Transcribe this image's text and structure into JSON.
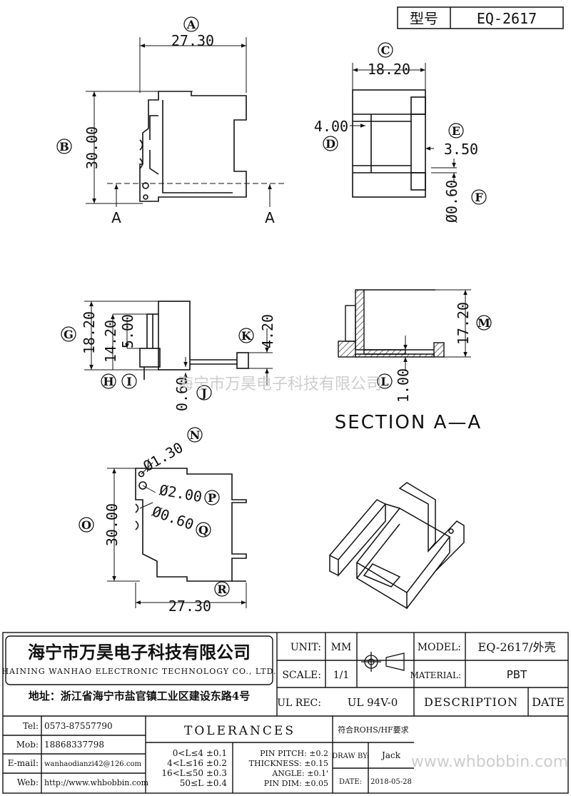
{
  "title_box": {
    "label": "型号",
    "value": "EQ-2617"
  },
  "views": {
    "top_left": {
      "width_dim": "27.30",
      "height_dim": "30.00",
      "label_A": "A",
      "label_B": "B",
      "section_marker_left": "A",
      "section_marker_right": "A"
    },
    "top_right": {
      "width_dim": "18.20",
      "dim_4": "4.00",
      "dim_350": "3.50",
      "dim_060": "Ø0.60",
      "label_C": "C",
      "label_D": "D",
      "label_E": "E",
      "label_F": "F"
    },
    "mid_left": {
      "dim_1820": "18.20",
      "dim_1420": "14.20",
      "dim_500": "5.00",
      "dim_420": "4.20",
      "dim_060": "0.60",
      "label_G": "G",
      "label_H": "H",
      "label_I": "I",
      "label_J": "J",
      "label_K": "K"
    },
    "mid_right": {
      "dim_1720": "17.20",
      "dim_100": "1.00",
      "label_L": "L",
      "label_M": "M",
      "section_title": "SECTION A—A"
    },
    "bottom_left": {
      "dim_130": "Ø1.30",
      "dim_200": "Ø2.00",
      "dim_060": "Ø0.60",
      "dim_3000": "30.00",
      "dim_2730": "27.30",
      "label_N": "N",
      "label_O": "O",
      "label_P": "P",
      "label_Q": "Q",
      "label_R": "R"
    }
  },
  "watermark": "海宁市万昊电子科技有限公司",
  "watermark_url": "www.whbobbin.com",
  "company": {
    "name_cn": "海宁市万昊电子科技有限公司",
    "name_en": "HAINING WANHAO ELECTRONIC TECHNOLOGY CO., LTD.",
    "address": "地址：浙江省海宁市盐官镇工业区建设东路4号"
  },
  "spec": {
    "unit_label": "UNIT:",
    "unit_value": "MM",
    "scale_label": "SCALE:",
    "scale_value": "1/1",
    "ulrec_label": "UL REC:",
    "ulrec_value": "UL 94V-0",
    "model_label": "MODEL:",
    "model_value": "EQ-2617/外壳",
    "material_label": "MATERIAL:",
    "material_value": "PBT",
    "description": "DESCRIPTION",
    "date": "DATE"
  },
  "contacts": [
    {
      "label": "Tel:",
      "value": "0573-87557790"
    },
    {
      "label": "Mob:",
      "value": "18868337798"
    },
    {
      "label": "E-mail:",
      "value": "wanhaodianzi42@126.com"
    },
    {
      "label": "Web:",
      "value": "http://www.whbobbin.com"
    }
  ],
  "tolerances": {
    "title": "TOLERANCES",
    "ranges": [
      "0<L≤4 ±0.1",
      "4<L≤16 ±0.2",
      "16<L≤50 ±0.3",
      "50≤L ±0.4"
    ],
    "pin": [
      "PIN PITCH: ±0.2",
      "THICKNESS: ±0.15",
      "ANGLE: ±0.1'",
      "PIN DIM: ±0.05"
    ],
    "rohs": "符合ROHS/HF要求",
    "draw_by_label": "DRAW BY:",
    "draw_by_value": "Jack",
    "date_label": "DATE:",
    "date_value": "2018-05-28"
  }
}
